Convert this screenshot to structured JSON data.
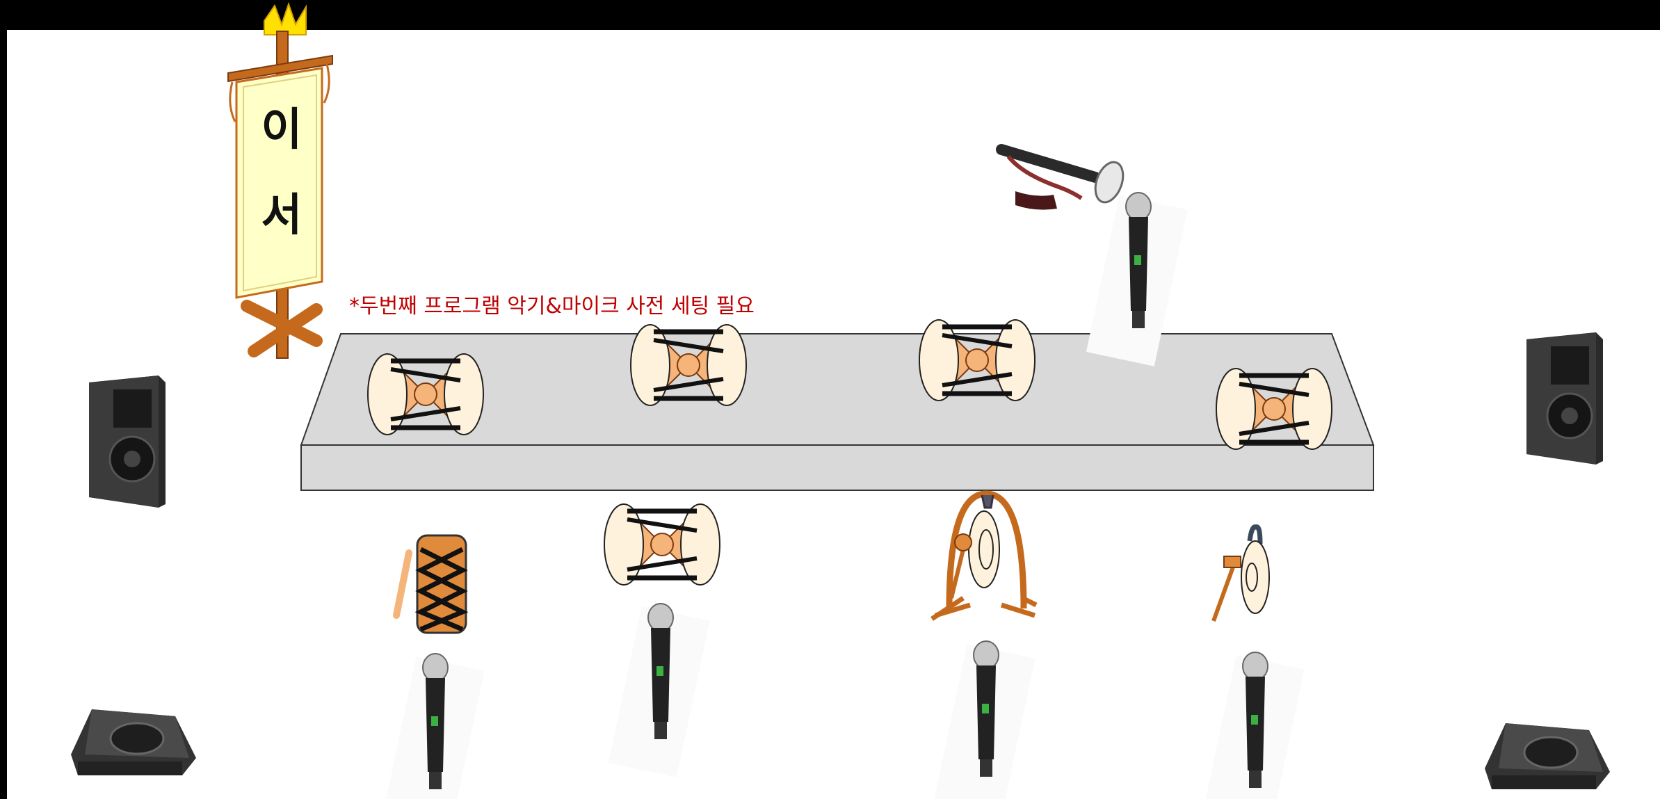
{
  "banner": {
    "char1": "이",
    "char2": "서"
  },
  "note": "*두번째 프로그램 악기&마이크 사전 세팅 필요",
  "colors": {
    "stage_fill": "#d9d9d9",
    "drum_skin": "#fff2dc",
    "drum_body": "#f4b47a",
    "wood": "#c56a1c",
    "banner_cloth": "#ffffc8",
    "note_text": "#c00000"
  },
  "icons": [
    "speaker-icon",
    "stage-monitor-icon",
    "microphone-icon",
    "janggu-drum-icon",
    "buk-drum-icon",
    "gong-icon",
    "small-gong-icon",
    "taepyeongso-horn-icon",
    "flag-banner-icon"
  ]
}
